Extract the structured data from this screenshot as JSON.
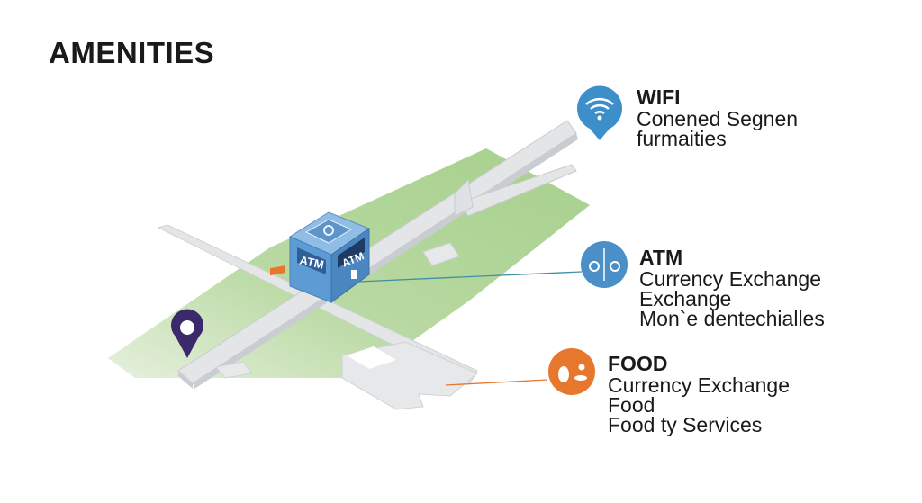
{
  "title": "AMENITIES",
  "colors": {
    "wifi": "#3d8fca",
    "atm": "#4a8fc8",
    "food": "#e8772e",
    "pin": "#3b2a6b",
    "green": "#a9d18e",
    "runway": "#e3e5e7"
  },
  "map": {
    "atm_front_label": "ATM",
    "atm_side_label": "ATM"
  },
  "amenities": [
    {
      "icon": "wifi-icon",
      "title": "WIFI",
      "lines": [
        "Conened Segnen",
        "furmaities"
      ]
    },
    {
      "icon": "atm-icon",
      "title": "ATM",
      "lines": [
        "Currency Exchange",
        "Exchange",
        "Mon`e dentechialles"
      ]
    },
    {
      "icon": "food-icon",
      "title": "FOOD",
      "lines": [
        "Currency Exchange",
        "Food",
        "Food ty Services"
      ]
    }
  ]
}
